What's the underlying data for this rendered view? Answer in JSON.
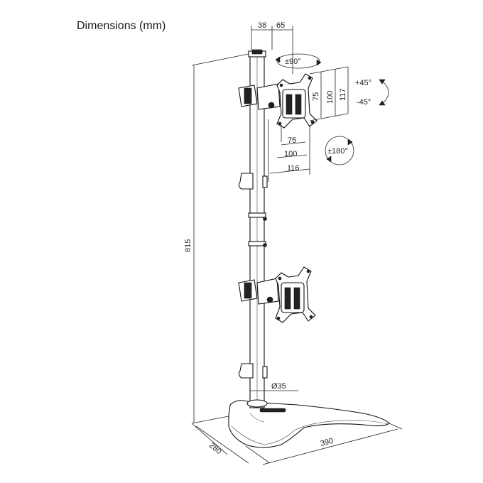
{
  "title": "Dimensions (mm)",
  "dims": {
    "top_left": "38",
    "top_right": "65",
    "rot90": "±90°",
    "tilt_up": "+45°",
    "tilt_down": "-45°",
    "v75": "75",
    "v100": "100",
    "v117": "117",
    "h75": "75",
    "h100": "100",
    "h116": "116",
    "rot180": "±180°",
    "height": "815",
    "pole_diameter": "Ø35",
    "base_depth": "280",
    "base_width": "390"
  }
}
